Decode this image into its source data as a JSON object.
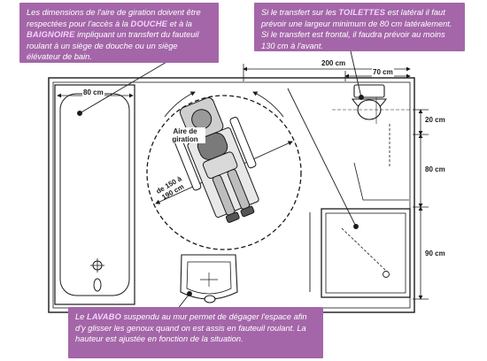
{
  "callouts": {
    "left": {
      "part1": "Les dimensions de l'aire de giration doivent être respectées pour l'accès à la ",
      "kw1": "douche",
      "part2": " et à la ",
      "kw2": "baignoire",
      "part3": " impliquant un transfert du fauteuil roulant à un siège de douche ou un siège élévateur de bain."
    },
    "right": {
      "part1": "Si le transfert sur les ",
      "kw1": "toilettes",
      "part2": " est latéral il faut prévoir une largeur minimum de 80 cm latéralement. Si le transfert est frontal, il faudra prévoir au moins 130 cm à l'avant."
    },
    "bottom": {
      "part1": "Le ",
      "kw1": "lavabo",
      "part2": " suspendu au mur permet de dégager l'espace afin d'y glisser les genoux quand on est assis en fauteuil roulant. La hauteur est ajustée en fonction de la situation."
    }
  },
  "dimensions": {
    "bath_width": "80 cm",
    "total_width": "200 cm",
    "toilet_offset": "70 cm",
    "gap_20": "20 cm",
    "gap_80": "80 cm",
    "shower_90": "90 cm"
  },
  "turning_area": {
    "label": "Aire de giration",
    "diameter": "de 150 à 190 cm"
  },
  "colors": {
    "callout_bg": "#a466a8",
    "keyword": "#f5d3ff",
    "line": "#1a1a1a"
  }
}
